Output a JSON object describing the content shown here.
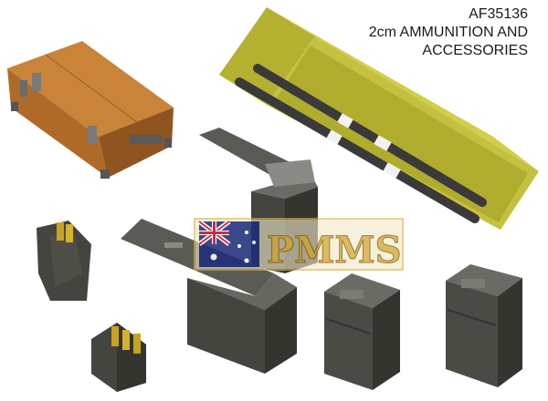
{
  "header": {
    "code": "AF35136",
    "line1": "2cm AMMUNITION AND",
    "line2": "ACCESSORIES"
  },
  "watermark": {
    "text": "PMMS"
  },
  "colors": {
    "wood": "#b8732e",
    "wood_dark": "#8a5420",
    "olive": "#c9c53a",
    "olive_dark": "#9a9628",
    "metal": "#44453f",
    "metal_light": "#5e5f58",
    "metal_dark": "#2e2f2a",
    "brass": "#c9a21e",
    "barrel": "#3a3a3a",
    "watermark_gold": "#d8b24a"
  },
  "icons": [
    "australian-flag-icon"
  ]
}
